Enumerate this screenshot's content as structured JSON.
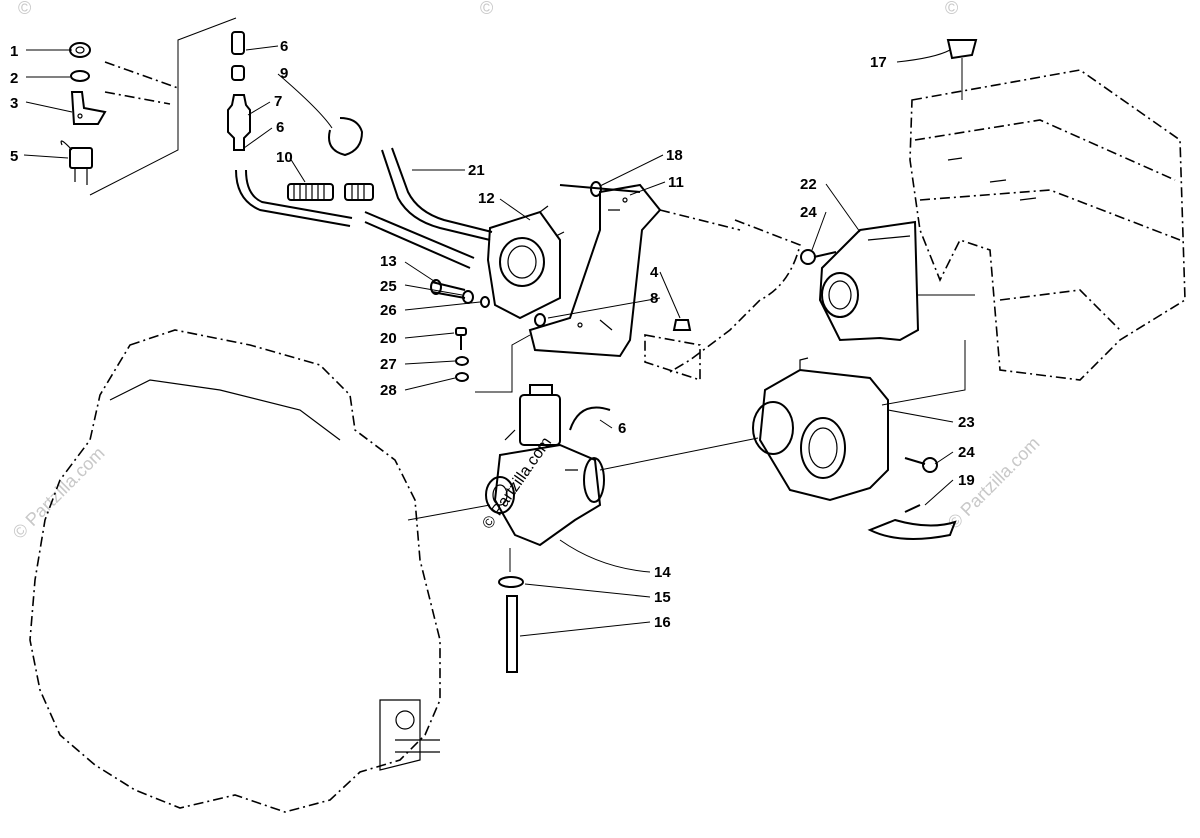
{
  "watermark": {
    "main": "© Partzilla.com",
    "copyright": "©"
  },
  "callouts": [
    {
      "id": "1",
      "text": "1"
    },
    {
      "id": "2",
      "text": "2"
    },
    {
      "id": "3",
      "text": "3"
    },
    {
      "id": "5",
      "text": "5"
    },
    {
      "id": "6a",
      "text": "6"
    },
    {
      "id": "9",
      "text": "9"
    },
    {
      "id": "7",
      "text": "7"
    },
    {
      "id": "6b",
      "text": "6"
    },
    {
      "id": "10",
      "text": "10"
    },
    {
      "id": "21",
      "text": "21"
    },
    {
      "id": "12",
      "text": "12"
    },
    {
      "id": "18",
      "text": "18"
    },
    {
      "id": "11",
      "text": "11"
    },
    {
      "id": "13",
      "text": "13"
    },
    {
      "id": "25",
      "text": "25"
    },
    {
      "id": "26",
      "text": "26"
    },
    {
      "id": "4",
      "text": "4"
    },
    {
      "id": "8",
      "text": "8"
    },
    {
      "id": "20",
      "text": "20"
    },
    {
      "id": "27",
      "text": "27"
    },
    {
      "id": "28",
      "text": "28"
    },
    {
      "id": "6c",
      "text": "6"
    },
    {
      "id": "14",
      "text": "14"
    },
    {
      "id": "15",
      "text": "15"
    },
    {
      "id": "16",
      "text": "16"
    },
    {
      "id": "17",
      "text": "17"
    },
    {
      "id": "22",
      "text": "22"
    },
    {
      "id": "24a",
      "text": "24"
    },
    {
      "id": "23",
      "text": "23"
    },
    {
      "id": "24b",
      "text": "24"
    },
    {
      "id": "19",
      "text": "19"
    }
  ]
}
